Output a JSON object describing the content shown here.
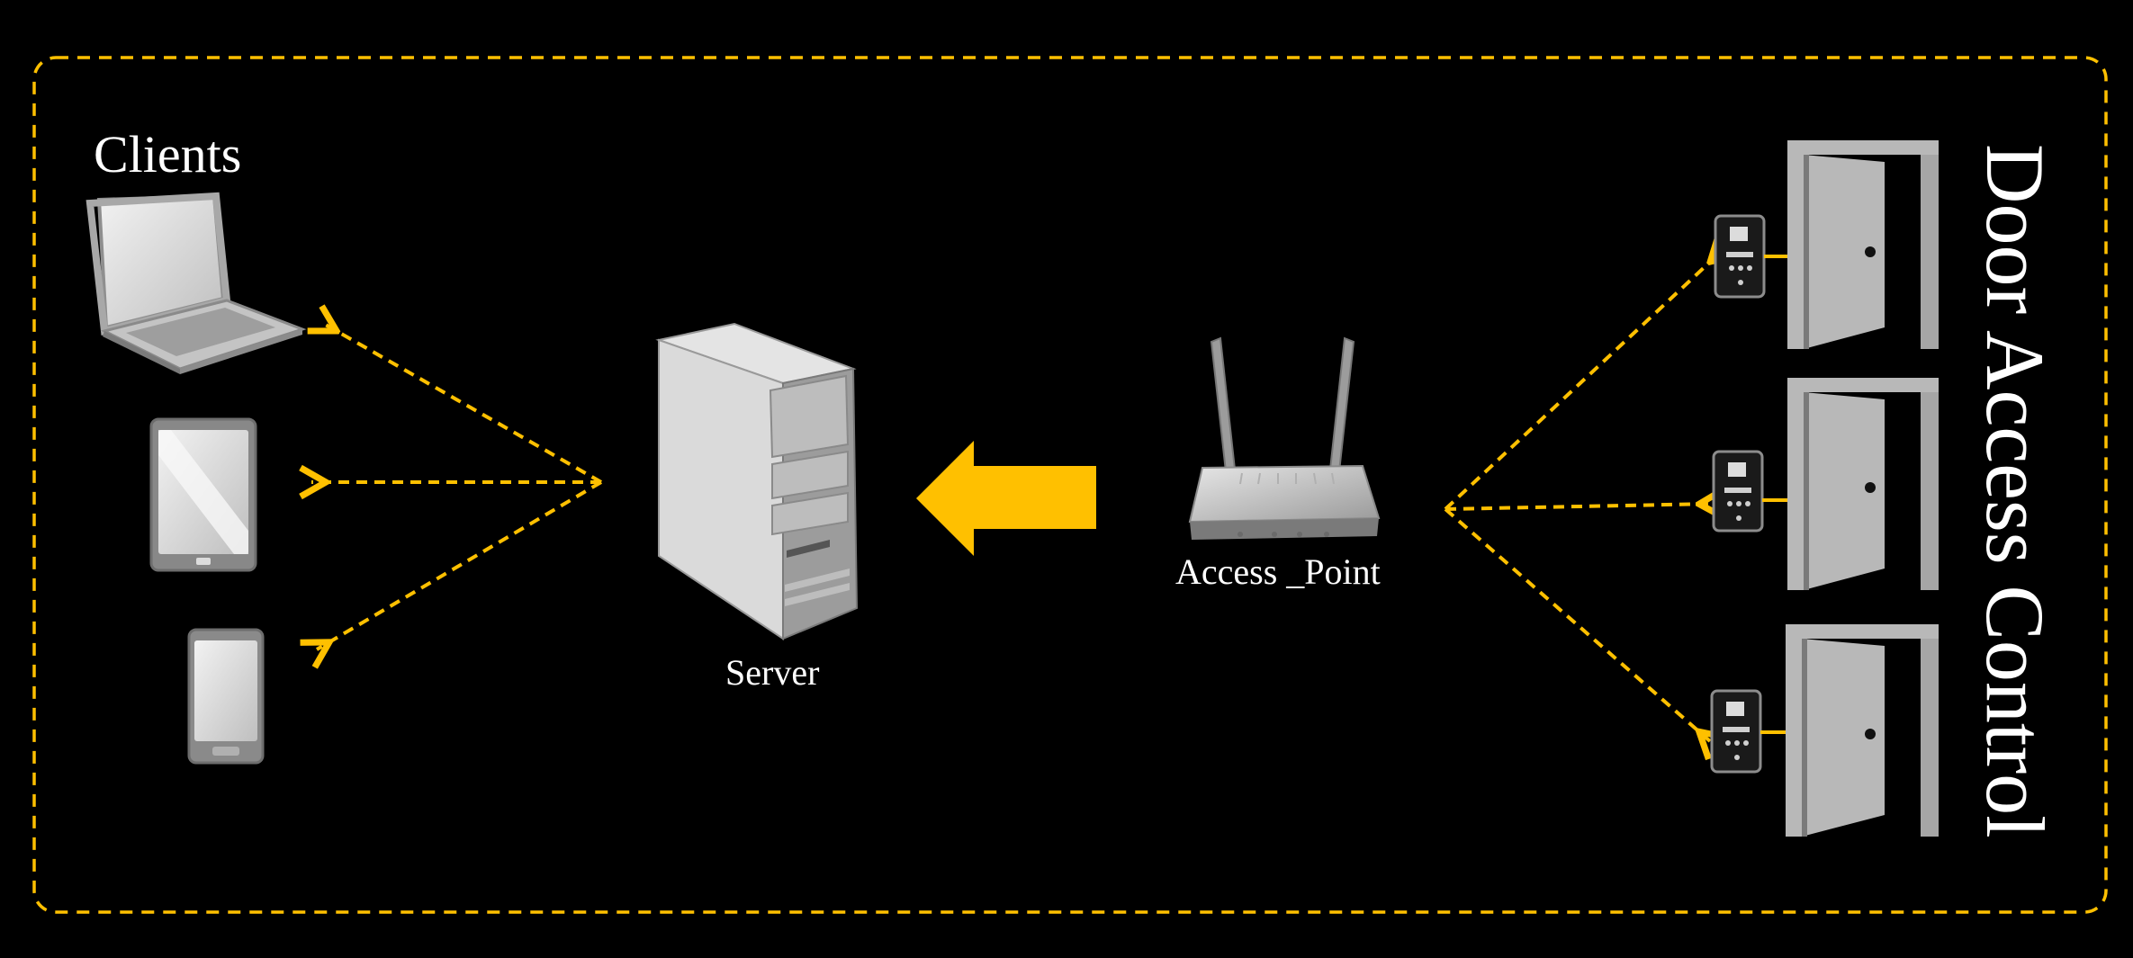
{
  "labels": {
    "clients": "Clients",
    "server": "Server",
    "access_point": "Access _Point",
    "title": "Door Access Control"
  },
  "icons": {
    "laptop": "laptop-icon",
    "tablet": "tablet-icon",
    "phone": "phone-icon",
    "server": "server-tower-icon",
    "router": "wifi-router-icon",
    "card_reader": "card-reader-icon",
    "door": "door-icon",
    "arrow": "left-arrow-icon"
  },
  "colors": {
    "background": "#000000",
    "accent": "#FFC000",
    "device_gray": "#B8B8B8",
    "text": "#FFFFFF"
  },
  "doors_count": 3
}
